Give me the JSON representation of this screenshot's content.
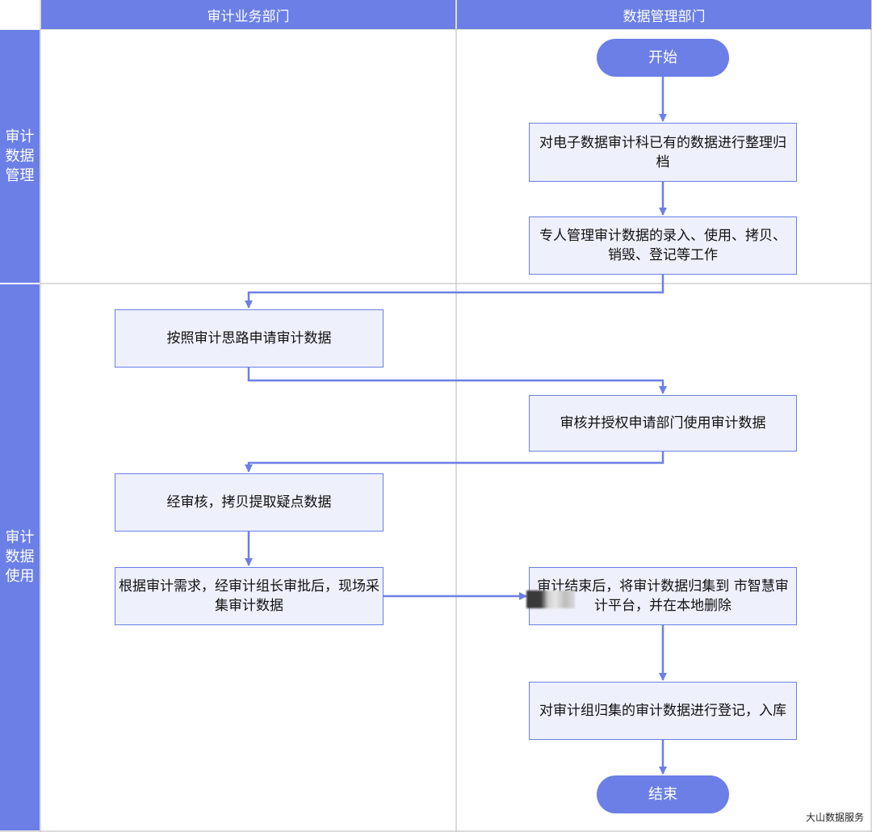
{
  "columns": [
    {
      "label": "审计业务部门"
    },
    {
      "label": "数据管理部门"
    }
  ],
  "lanes": [
    {
      "label": "审计数据管理"
    },
    {
      "label": "审计数据使用"
    }
  ],
  "nodes": {
    "start": "开始",
    "organize": "对电子数据审计科已有的数据进行整理归档",
    "manage": "专人管理审计数据的录入、使用、拷贝、销毁、登记等工作",
    "apply": "按照审计思路申请审计数据",
    "authorize": "审核并授权申请部门使用审计数据",
    "copy": "经审核，拷贝提取疑点数据",
    "collect": "根据审计需求，经审计组长审批后，现场采集审计数据",
    "gather": "审计结束后，将审计数据归集到 市智慧审计平台，并在本地删除",
    "register": "对审计组归集的审计数据进行登记，入库",
    "end": "结束"
  },
  "watermark": "大山数据服务",
  "colors": {
    "accent": "#6b7fe6",
    "box_fill": "#eef0fb",
    "grid": "#b8b8b8"
  }
}
